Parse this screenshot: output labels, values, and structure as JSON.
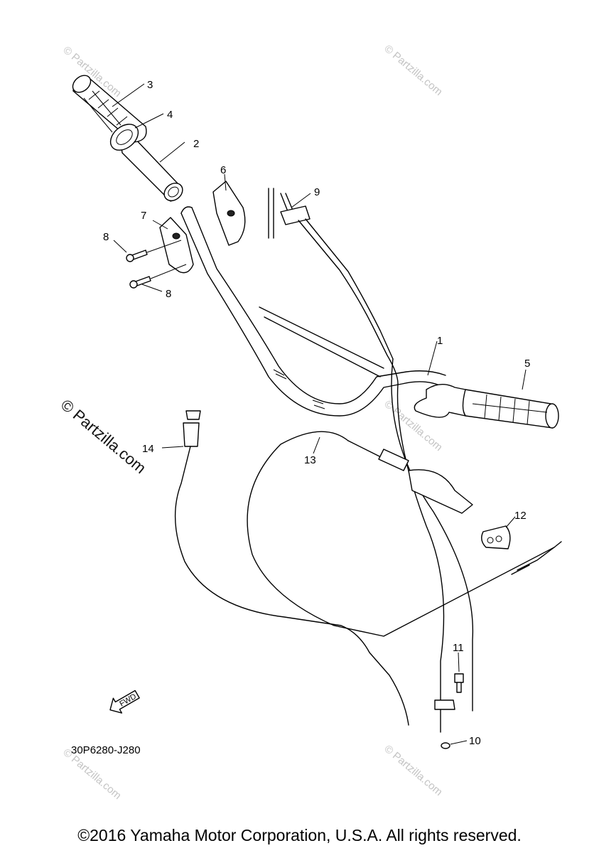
{
  "callouts": [
    "1",
    "2",
    "3",
    "4",
    "5",
    "6",
    "7",
    "8",
    "8",
    "9",
    "10",
    "11",
    "12",
    "13",
    "14"
  ],
  "part_number": "30P6280-J280",
  "fwd_label": "FWD",
  "watermark_small": "© Partzilla.com",
  "watermark_big": "© Partzilla.com",
  "copyright": "©2016 Yamaha Motor Corporation, U.S.A. All rights reserved."
}
